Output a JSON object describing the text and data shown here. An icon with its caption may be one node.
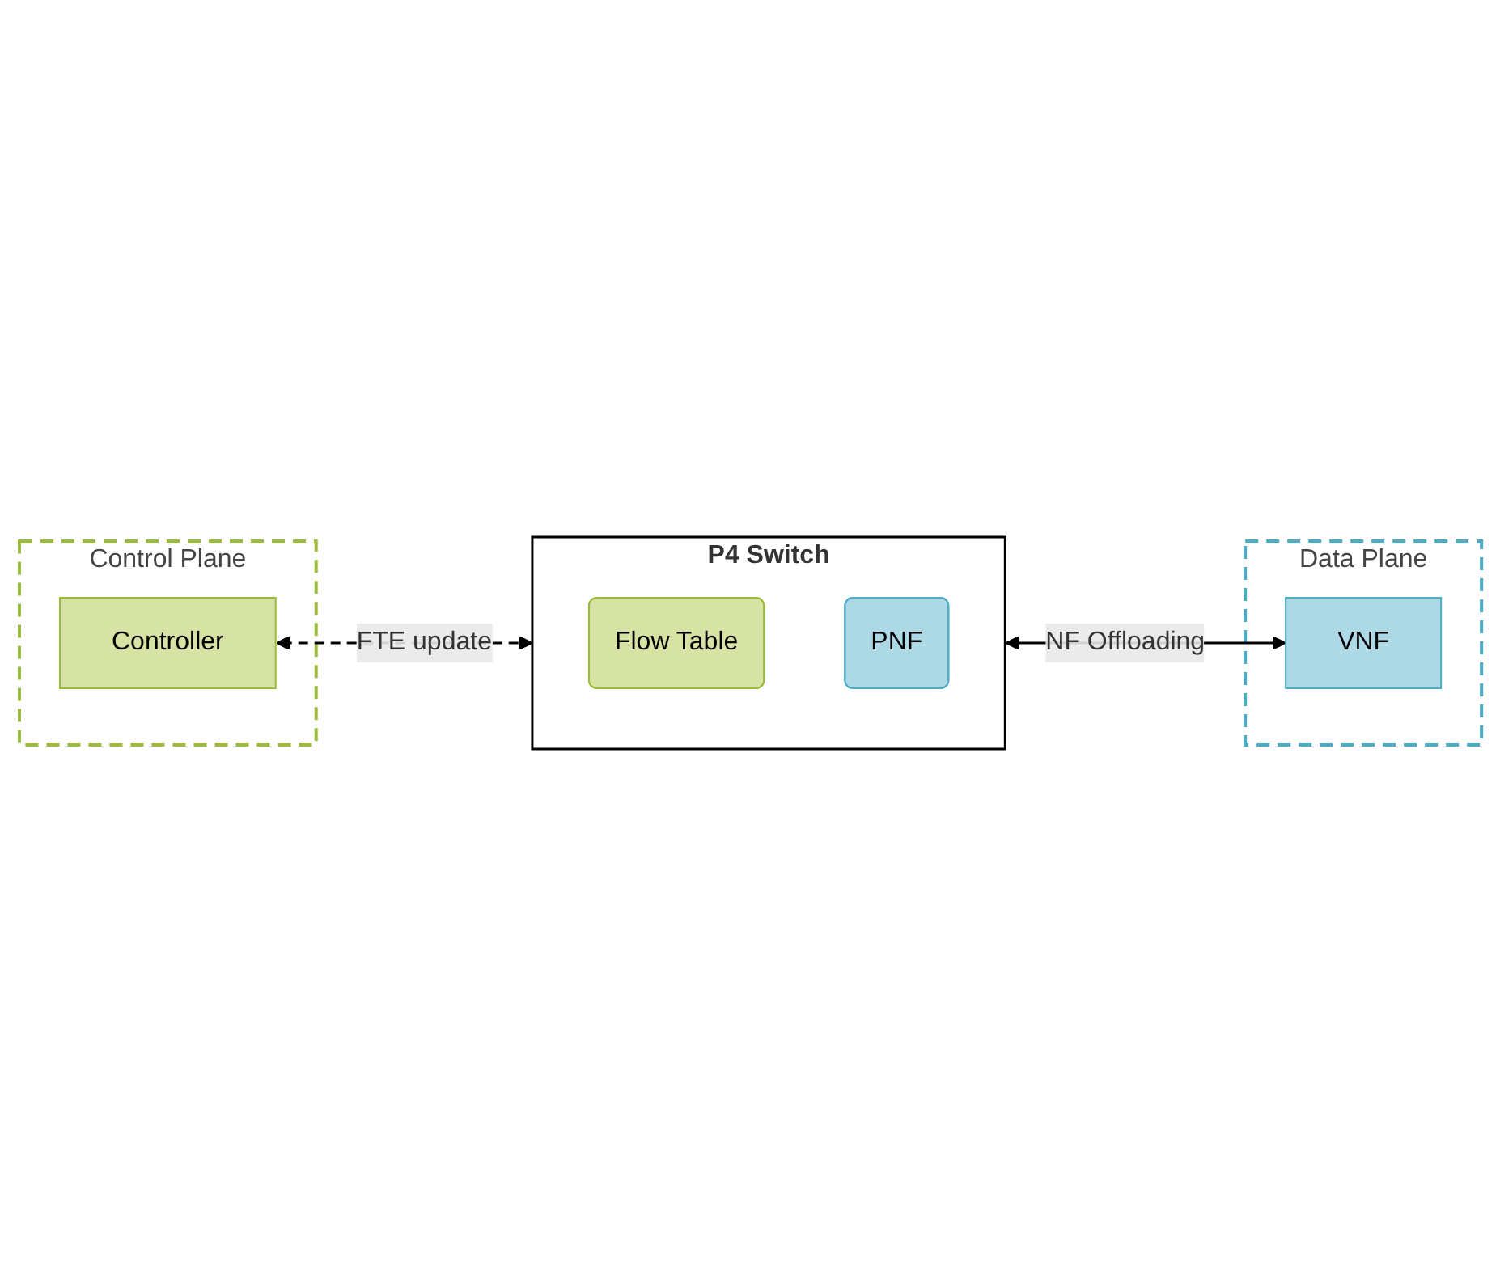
{
  "diagram": {
    "nodes": [
      {
        "text": [
          "Control Plane"
        ]
      },
      {
        "text": [
          "Controller"
        ],
        "in": 0
      },
      {
        "text": [
          "Data Plane"
        ]
      },
      {
        "text": [
          "P4 Switch"
        ]
      },
      {
        "text": [
          "Flow Table"
        ],
        "in": 3
      },
      {
        "text": [
          "PNF"
        ],
        "in": 3
      },
      {
        "text": [
          "VNF"
        ],
        "in": 2
      }
    ],
    "edges": [
      {
        "from": 1,
        "to": 3,
        "arrow": "both",
        "style": "dashed",
        "label": "FTE update"
      },
      {
        "from": 3,
        "to": 6,
        "arrow": "both",
        "label": "NF Offloading"
      }
    ]
  }
}
